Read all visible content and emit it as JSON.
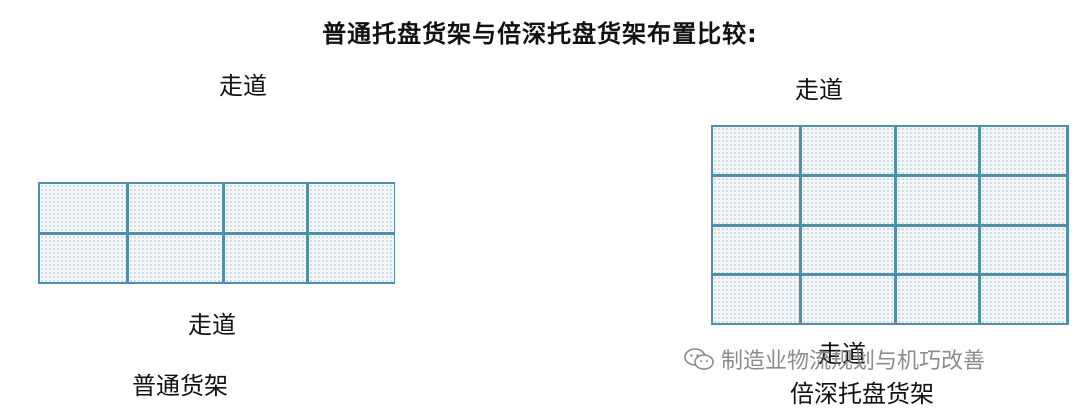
{
  "title": "普通托盘货架与倍深托盘货架布置比较:",
  "standard_rack": {
    "aisle_top": "走道",
    "aisle_bottom": "走道",
    "caption": "普通货架",
    "rows": 2,
    "cols": 4
  },
  "deep_rack": {
    "aisle_top": "走道",
    "aisle_bottom": "走道",
    "caption": "倍深托盘货架",
    "rows": 4,
    "cols": 4
  },
  "watermark": {
    "text": "制造业物流规划与机巧改善",
    "icon": "wechat-icon"
  },
  "colors": {
    "rack_frame": "#4f8fa8",
    "cell_fill": "#f3f7f9"
  }
}
